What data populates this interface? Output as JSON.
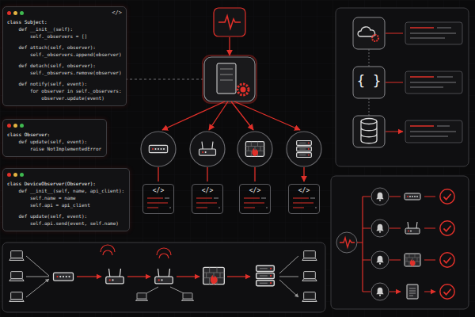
{
  "diagram": {
    "nodes": [
      {
        "text": [
          "</>",
          "class Subject:",
          "    def __init__(self):",
          "        self._observers = []",
          "    def attach(self, observer):",
          "        self._observers.append(observer)",
          "    def detach(self, observer):",
          "        self._observers.remove(observer)",
          "    def notify(self, event):",
          "        for observer in self._observers:",
          "            observer.update(event)"
        ]
      },
      {
        "text": [
          "class Observer:",
          "    def update(self, event):",
          "        raise NotImplementedError"
        ]
      },
      {
        "text": [
          "class DeviceObserver(Observer):",
          "    def __init__(self, name, api_client):",
          "        self.name = name",
          "        self.api = api_client",
          "    def update(self, event):",
          "        self.api.send(event, self.name)"
        ]
      },
      {
        "text": [
          "</>"
        ]
      },
      {
        "text": [
          "</>"
        ]
      },
      {
        "text": [
          "</>"
        ]
      },
      {
        "text": [
          "</>"
        ]
      }
    ],
    "labels": [
      "{ }"
    ]
  }
}
